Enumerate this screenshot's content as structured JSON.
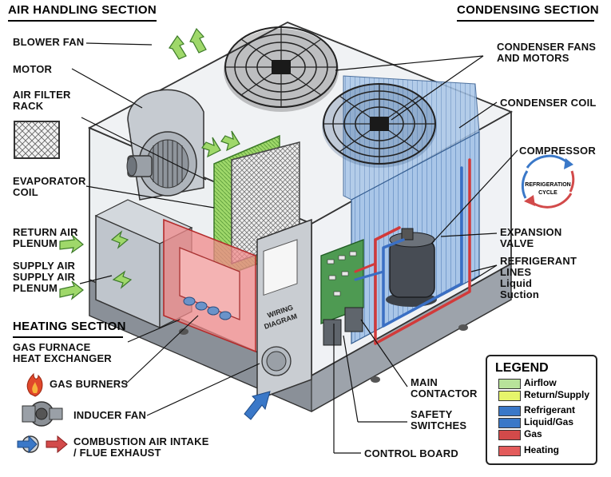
{
  "sections": {
    "air_handling": "AIR HANDLING SECTION",
    "condensing": "CONDENSING SECTION",
    "heating": "HEATING SECTION"
  },
  "labels": {
    "blower_fan": "BLOWER FAN",
    "motor": "MOTOR",
    "air_filter_rack": "AIR FILTER\nRACK",
    "evaporator_coil": "EVAPORATOR\nCOIL",
    "return_air_plenum": "RETURN AIR\nPLENUM",
    "supply_air_plenum": "SUPPLY AIR\nSUPPLY AIR\nPLENUM",
    "gas_furnace": "GAS FURNACE\nHEAT EXCHANGER",
    "gas_burners": "GAS BURNERS",
    "inducer_fan": "INDUCER FAN",
    "combustion": "COMBUSTION AIR INTAKE\n/ FLUE EXHAUST",
    "condenser_fans": "CONDENSER FANS\nAND MOTORS",
    "condenser_coil": "CONDENSER COIL",
    "compressor": "COMPRESSOR",
    "expansion_valve": "EXPANSION\nVALVE",
    "refrigerant_lines": "REFRIGERANT\nLINES\nLiquid\nSuction",
    "main_contactor": "MAIN\nCONTACTOR",
    "safety_switches": "SAFETY\nSWITCHES",
    "control_board": "CONTROL BOARD"
  },
  "cycle": {
    "line1": "REFRIGERATION",
    "line2": "CYCLE"
  },
  "diagram": {
    "wiring_diagram_1": "WIRING",
    "wiring_diagram_2": "DIAGRAM"
  },
  "legend": {
    "title": "LEGEND",
    "items": [
      {
        "label": "Airflow",
        "color": "#b8e39a"
      },
      {
        "label": "Return/Supply",
        "color": "#e6f56b"
      },
      {
        "label": "Refrigerant",
        "color": "#3a78c8"
      },
      {
        "label": "Liquid/Gas",
        "color": "#3a78c8"
      },
      {
        "label": "Gas",
        "color": "#d24a4a"
      },
      {
        "label": "Heating",
        "color": "#e35b5b"
      }
    ]
  },
  "colors": {
    "heating": "#f08a8a",
    "refrigerant_hot": "#d23a3a",
    "refrigerant_cold": "#3a6fc4",
    "airflow": "#9fd86a",
    "cabinet": "#d9dde2"
  }
}
